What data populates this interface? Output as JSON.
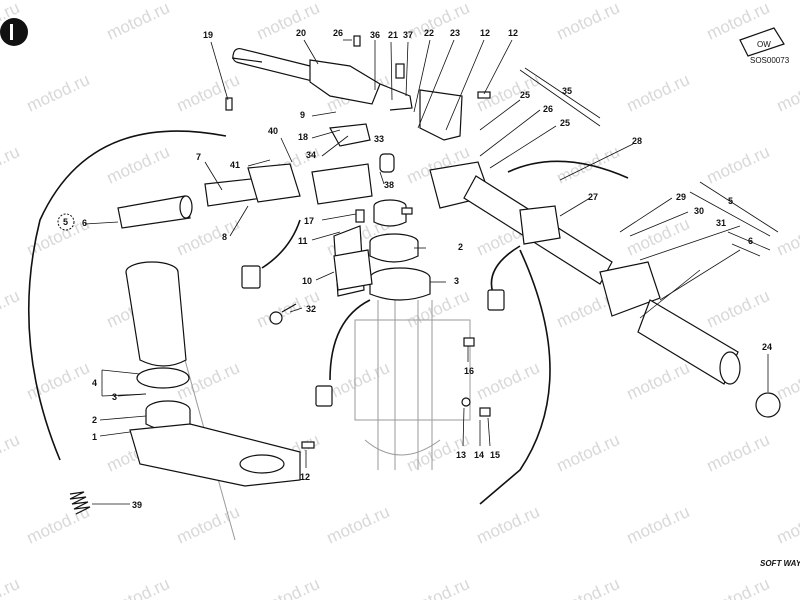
{
  "diagram_code": "SOS00073",
  "badge_text": "OW",
  "brand_text": "SOFT WAY",
  "watermark_text": "motod.ru",
  "callouts": [
    {
      "id": "c19",
      "text": "19"
    },
    {
      "id": "c20",
      "text": "20"
    },
    {
      "id": "c26a",
      "text": "26"
    },
    {
      "id": "c36",
      "text": "36"
    },
    {
      "id": "c21",
      "text": "21"
    },
    {
      "id": "c37",
      "text": "37"
    },
    {
      "id": "c22",
      "text": "22"
    },
    {
      "id": "c23",
      "text": "23"
    },
    {
      "id": "c12a",
      "text": "12"
    },
    {
      "id": "c12b",
      "text": "12"
    },
    {
      "id": "c35",
      "text": "35"
    },
    {
      "id": "c9",
      "text": "9"
    },
    {
      "id": "c25a",
      "text": "25"
    },
    {
      "id": "c26b",
      "text": "26"
    },
    {
      "id": "c25b",
      "text": "25"
    },
    {
      "id": "c40",
      "text": "40"
    },
    {
      "id": "c18",
      "text": "18"
    },
    {
      "id": "c33",
      "text": "33"
    },
    {
      "id": "c34",
      "text": "34"
    },
    {
      "id": "c28",
      "text": "28"
    },
    {
      "id": "c7",
      "text": "7"
    },
    {
      "id": "c41",
      "text": "41"
    },
    {
      "id": "c38",
      "text": "38"
    },
    {
      "id": "c5a",
      "text": "5"
    },
    {
      "id": "c6a",
      "text": "6"
    },
    {
      "id": "c27",
      "text": "27"
    },
    {
      "id": "c29",
      "text": "29"
    },
    {
      "id": "c30",
      "text": "30"
    },
    {
      "id": "c5b",
      "text": "5"
    },
    {
      "id": "c17",
      "text": "17"
    },
    {
      "id": "c31",
      "text": "31"
    },
    {
      "id": "c8",
      "text": "8"
    },
    {
      "id": "c11",
      "text": "11"
    },
    {
      "id": "c2a",
      "text": "2"
    },
    {
      "id": "c6b",
      "text": "6"
    },
    {
      "id": "c10",
      "text": "10"
    },
    {
      "id": "c3a",
      "text": "3"
    },
    {
      "id": "c32",
      "text": "32"
    },
    {
      "id": "c24",
      "text": "24"
    },
    {
      "id": "c16",
      "text": "16"
    },
    {
      "id": "c4",
      "text": "4"
    },
    {
      "id": "c3b",
      "text": "3"
    },
    {
      "id": "c2b",
      "text": "2"
    },
    {
      "id": "c1",
      "text": "1"
    },
    {
      "id": "c13",
      "text": "13"
    },
    {
      "id": "c14",
      "text": "14"
    },
    {
      "id": "c15",
      "text": "15"
    },
    {
      "id": "c12c",
      "text": "12"
    },
    {
      "id": "c39",
      "text": "39"
    }
  ]
}
